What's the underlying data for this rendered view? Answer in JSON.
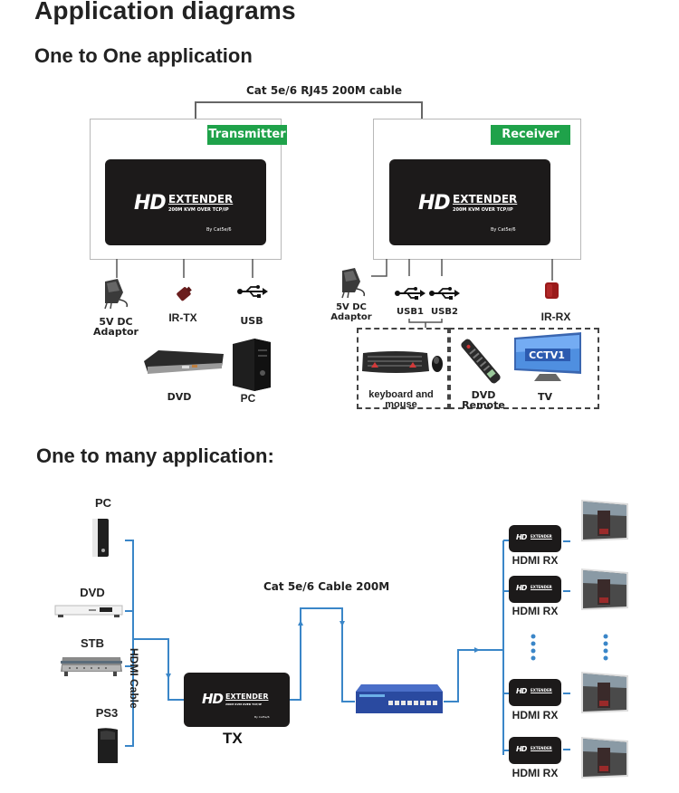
{
  "page": {
    "title": "Application diagrams"
  },
  "one_to_one": {
    "heading": "One to One application",
    "cable_label": "Cat 5e/6 RJ45 200M cable",
    "transmitter": {
      "tag": "Transmitter",
      "device": {
        "logo": "HD",
        "name": "EXTENDER",
        "subtitle": "200M KVM OVER TCP/IP",
        "by": "By Cat5e/6"
      },
      "ports": [
        {
          "icon": "power-adapter-icon",
          "label": "5V DC\nAdaptor"
        },
        {
          "icon": "ir-transmitter-icon",
          "label": "IR-TX"
        },
        {
          "icon": "usb-icon",
          "label": "USB"
        }
      ],
      "sources": [
        {
          "icon": "dvd-player-icon",
          "label": "DVD"
        },
        {
          "icon": "pc-tower-icon",
          "label": "PC"
        }
      ]
    },
    "receiver": {
      "tag": "Receiver",
      "device": {
        "logo": "HD",
        "name": "EXTENDER",
        "subtitle": "200M KVM OVER TCP/IP",
        "by": "By Cat5e/6"
      },
      "ports": [
        {
          "icon": "power-adapter-icon",
          "label": "5V DC\nAdaptor"
        },
        {
          "icon": "usb-icon",
          "label": "USB1"
        },
        {
          "icon": "usb-icon",
          "label": "USB2"
        },
        {
          "icon": "ir-receiver-icon",
          "label": "IR-RX"
        }
      ],
      "peripherals": [
        {
          "icon": "keyboard-mouse-icon",
          "label": "keyboard and mouse"
        },
        {
          "icon": "remote-control-icon",
          "label": "DVD Remote"
        },
        {
          "icon": "tv-icon",
          "label": "TV",
          "screen_text": "CCTV1"
        }
      ]
    }
  },
  "one_to_many": {
    "heading": "One to many application:",
    "sources": [
      {
        "icon": "pc-tower-icon",
        "label": "PC"
      },
      {
        "icon": "dvd-player-icon",
        "label": "DVD"
      },
      {
        "icon": "set-top-box-icon",
        "label": "STB"
      },
      {
        "icon": "game-console-icon",
        "label": "PS3"
      }
    ],
    "hdmi_cable_label": "HDMI Cable",
    "tx": {
      "label": "TX",
      "device": {
        "logo": "HD",
        "name": "EXTENDER",
        "subtitle": "200M KVM OVER TCP/IP",
        "by": "By Cat5e/6"
      }
    },
    "cable_label": "Cat 5e/6 Cable 200M",
    "switch": {
      "icon": "network-switch-icon",
      "ports": 8
    },
    "receivers": [
      {
        "label": "HDMI RX"
      },
      {
        "label": "HDMI RX"
      },
      {
        "label": "HDMI RX"
      },
      {
        "label": "HDMI RX"
      }
    ],
    "rx_device": {
      "logo": "HD",
      "name": "EXTENDER"
    }
  },
  "colors": {
    "green_tag": "#1fa24a",
    "cable_blue": "#3a86c8",
    "device_black": "#1c1a1a",
    "line_gray": "#555555"
  }
}
